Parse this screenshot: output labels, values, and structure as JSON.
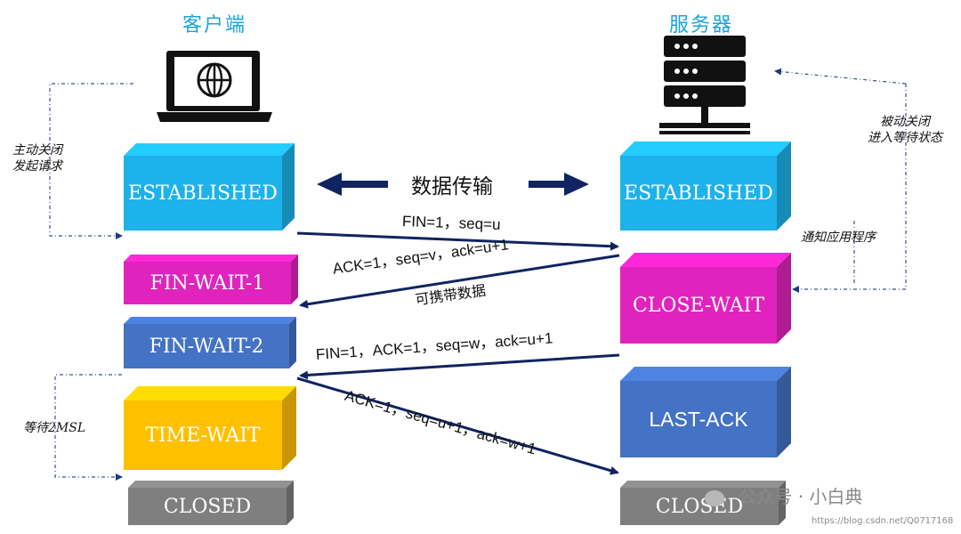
{
  "client": {
    "title": "客户端"
  },
  "server": {
    "title": "服务器"
  },
  "transfer_label": "数据传输",
  "client_states": [
    {
      "key": "established",
      "label": "ESTABLISHED",
      "color": "#1eb2ea"
    },
    {
      "key": "fin_wait_1",
      "label": "FIN-WAIT-1",
      "color": "#e023bd"
    },
    {
      "key": "fin_wait_2",
      "label": "FIN-WAIT-2",
      "color": "#4472c4"
    },
    {
      "key": "time_wait",
      "label": "TIME-WAIT",
      "color": "#ffc000"
    },
    {
      "key": "closed",
      "label": "CLOSED",
      "color": "#7f7f7f"
    }
  ],
  "server_states": [
    {
      "key": "established",
      "label": "ESTABLISHED",
      "color": "#1eb2ea"
    },
    {
      "key": "close_wait",
      "label": "CLOSE-WAIT",
      "color": "#e023bd"
    },
    {
      "key": "last_ack",
      "label": "LAST-ACK",
      "color": "#4472c4"
    },
    {
      "key": "closed",
      "label": "CLOSED",
      "color": "#7f7f7f"
    }
  ],
  "notes": {
    "active_close_1": "主动关闭",
    "active_close_2": "发起请求",
    "passive_close_1": "被动关闭",
    "passive_close_2": "进入等待状态",
    "notify_app": "通知应用程序",
    "wait_2msl": "等待2MSL"
  },
  "messages": {
    "fin1": "FIN=1，seq=u",
    "ack1": "ACK=1，seq=v，ack=u+1",
    "ack1_note": "可携带数据",
    "fin2": "FIN=1，ACK=1，seq=w，ack=u+1",
    "ack2": "ACK=1，seq=u+1，ack=w+1"
  },
  "watermark": {
    "brand": "公众号 · 小白典",
    "url": "https://blog.csdn.net/Q0717168"
  },
  "colors": {
    "arrow": "#0f2460",
    "title": "#1aa3d9"
  }
}
